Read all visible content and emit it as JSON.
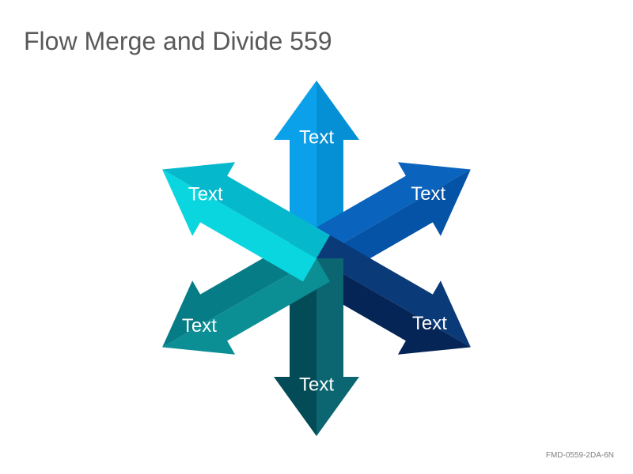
{
  "title": "Flow Merge and Divide 559",
  "diagram": {
    "arrows": [
      {
        "id": "up",
        "label": "Text",
        "colors": {
          "light": "#0aa1ea",
          "dark": "#0590d6"
        }
      },
      {
        "id": "upper-right",
        "label": "Text",
        "colors": {
          "light": "#0a63bd",
          "dark": "#0553a6"
        }
      },
      {
        "id": "lower-right",
        "label": "Text",
        "colors": {
          "light": "#0a3a78",
          "dark": "#052557"
        }
      },
      {
        "id": "down",
        "label": "Text",
        "colors": {
          "light": "#0b6672",
          "dark": "#034c57"
        }
      },
      {
        "id": "lower-left",
        "label": "Text",
        "colors": {
          "light": "#0b8f94",
          "dark": "#067d86"
        }
      },
      {
        "id": "upper-left",
        "label": "Text",
        "colors": {
          "light": "#0ad6e0",
          "dark": "#06b8cc"
        }
      }
    ]
  },
  "footer_code": "FMD-0559-2DA-6N"
}
